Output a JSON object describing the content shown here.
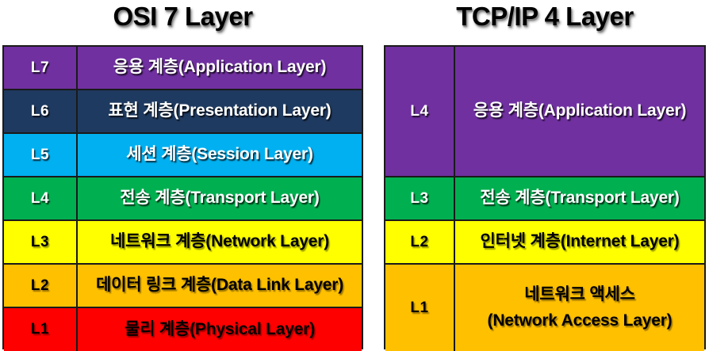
{
  "titles": {
    "osi": "OSI 7 Layer",
    "tcpip": "TCP/IP 4 Layer"
  },
  "colors": {
    "purple": "#7030A0",
    "navy": "#1F3A60",
    "cyan": "#00B0F0",
    "green": "#00B050",
    "yellow": "#FFFF00",
    "orange": "#FFC000",
    "red": "#FF0000",
    "border": "#1A1A1A",
    "text_light": "#FFFFFF",
    "text_dark": "#000000",
    "background": "#FFFFFF"
  },
  "osi_model": {
    "layer_count": 7,
    "rows": [
      {
        "id": "L7",
        "name": "응용 계층(Application Layer)",
        "fill": "purple",
        "text": "light"
      },
      {
        "id": "L6",
        "name": "표현 계층(Presentation Layer)",
        "fill": "navy",
        "text": "light"
      },
      {
        "id": "L5",
        "name": "세션 계층(Session Layer)",
        "fill": "cyan",
        "text": "light"
      },
      {
        "id": "L4",
        "name": "전송 계층(Transport Layer)",
        "fill": "green",
        "text": "light"
      },
      {
        "id": "L3",
        "name": "네트워크 계층(Network Layer)",
        "fill": "yellow",
        "text": "dark"
      },
      {
        "id": "L2",
        "name": "데이터 링크 계층(Data Link Layer)",
        "fill": "orange",
        "text": "dark"
      },
      {
        "id": "L1",
        "name": "물리 계층(Physical Layer)",
        "fill": "red",
        "text": "dark"
      }
    ]
  },
  "tcpip_model": {
    "layer_count": 4,
    "rows": [
      {
        "id": "L4",
        "name": "응용 계층(Application Layer)",
        "name_line2": "",
        "fill": "purple",
        "text": "light",
        "span": 3
      },
      {
        "id": "L3",
        "name": "전송 계층(Transport Layer)",
        "name_line2": "",
        "fill": "green",
        "text": "light",
        "span": 1
      },
      {
        "id": "L2",
        "name": "인터넷 계층(Internet Layer)",
        "name_line2": "",
        "fill": "yellow",
        "text": "dark",
        "span": 1
      },
      {
        "id": "L1",
        "name": "네트워크 액세스",
        "name_line2": "(Network Access Layer)",
        "fill": "orange",
        "text": "dark",
        "span": 2
      }
    ]
  }
}
